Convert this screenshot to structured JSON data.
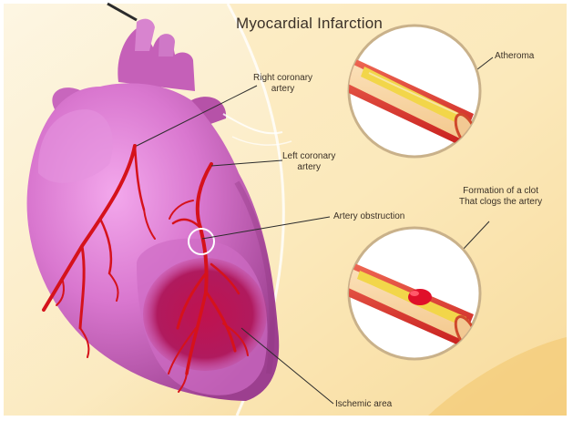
{
  "title": "Myocardial Infarction",
  "labels": {
    "right_coronary_line1": "Right coronary",
    "right_coronary_line2": "artery",
    "left_coronary_line1": "Left coronary",
    "left_coronary_line2": "artery",
    "artery_obstruction": "Artery obstruction",
    "atheroma": "Atheroma",
    "clot_line1": "Formation of a clot",
    "clot_line2": "That clogs the artery",
    "ischemic_area": "Ischemic area"
  },
  "colors": {
    "background_light": "#fcf3da",
    "background_warm": "#f6d48e",
    "heart_pink": "#d670c9",
    "heart_shadow": "#9e3f8e",
    "artery_red": "#d5121b",
    "ischemic_red": "#b0124d",
    "plaque_yellow": "#f2d64a",
    "clot_red": "#e0102a"
  }
}
